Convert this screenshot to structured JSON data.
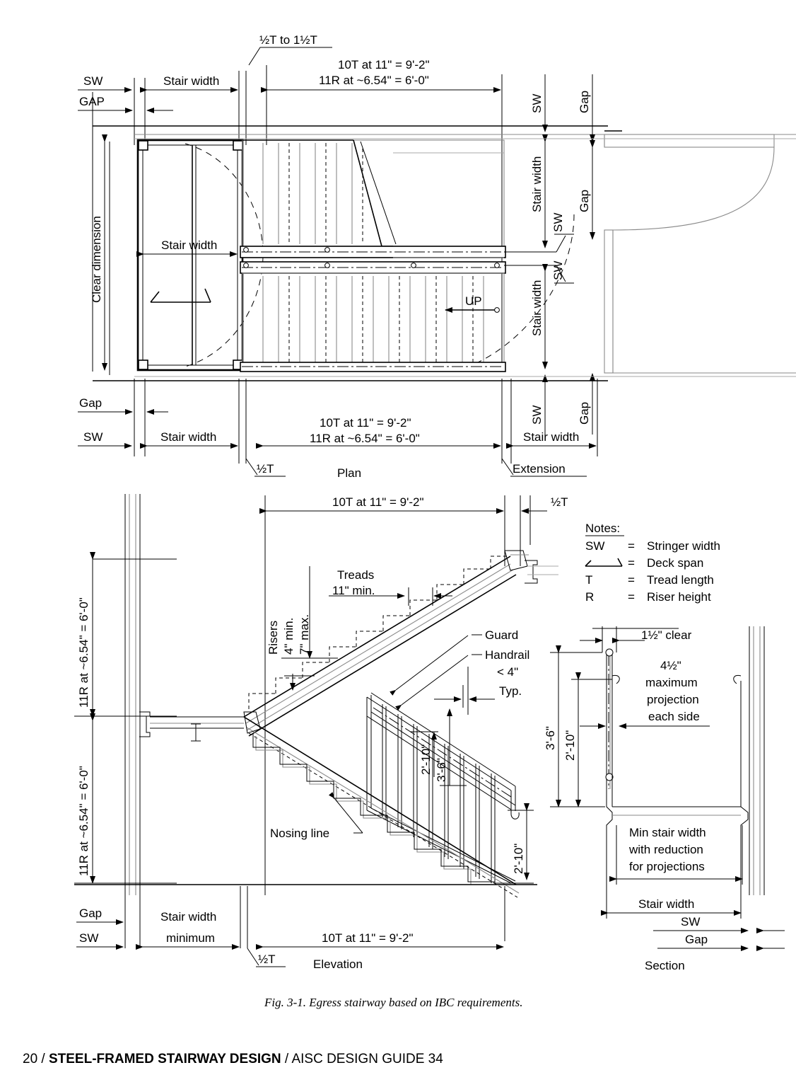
{
  "figure": {
    "caption": "Fig. 3-1.  Egress stairway based on IBC requirements.",
    "footer_page": "20 / ",
    "footer_bold": "STEEL-FRAMED STAIRWAY DESIGN",
    "footer_rest": " / AISC DESIGN GUIDE 34",
    "ink": "#000000"
  },
  "plan": {
    "view_label": "Plan",
    "top": {
      "sw": "SW",
      "gap": "GAP",
      "stair_width": "Stair width",
      "half_t_note": "½T to 1½T",
      "run_line1": "10T at 11\" = 9'-2\"",
      "run_line2": "11R at ~6.54\" = 6'-0\"",
      "sw_right": "SW",
      "gap_right": "Gap"
    },
    "left": {
      "clear_dimension": "Clear dimension",
      "stair_width": "Stair width"
    },
    "right": {
      "stair_width_upper": "Stair width",
      "sw_upper": "SW",
      "gap_upper": "Gap",
      "sw_lower": "SW",
      "stair_width_lower": "Stair width",
      "sw_bottom": "SW",
      "gap_bottom": "Gap"
    },
    "inner": {
      "up_arrow_label": "UP"
    },
    "bottom": {
      "gap": "Gap",
      "sw": "SW",
      "stair_width": "Stair width",
      "run_line1": "10T at 11\" = 9'-2\"",
      "run_line2": "11R at ~6.54\" = 6'-0\"",
      "stair_width_right": "Stair width",
      "half_t": "½T",
      "extension": "Extension"
    }
  },
  "elevation": {
    "view_label": "Elevation",
    "top_run": "10T at 11\" = 9'-2\"",
    "half_t_top": "½T",
    "left_dim_upper": "11R at ~6.54\" = 6'-0\"",
    "left_dim_lower": "11R at ~6.54\" = 6'-0\"",
    "risers_label": "Risers",
    "risers_min": "4\" min.",
    "risers_max": "7\" max.",
    "treads_label": "Treads",
    "treads_min": "11\" min.",
    "guard": "Guard",
    "handrail": "Handrail",
    "lt4": "< 4\"",
    "typ": "Typ.",
    "nosing_line": "Nosing line",
    "guard_height": "3'-6\"",
    "handrail_height": "2'-10\"",
    "handrail_height_right": "2'-10\"",
    "bottom": {
      "gap": "Gap",
      "sw": "SW",
      "stair_width": "Stair width",
      "minimum": "minimum",
      "run": "10T at 11\" = 9'-2\"",
      "half_t": "½T"
    }
  },
  "section": {
    "view_label": "Section",
    "clear_15": "1½\" clear",
    "max_proj_l1": "4½\"",
    "max_proj_l2": "maximum",
    "max_proj_l3": "projection",
    "max_proj_l4": "each side",
    "guard_height": "3'-6\"",
    "handrail_height": "2'-10\"",
    "min_width_l1": "Min stair width",
    "min_width_l2": "with reduction",
    "min_width_l3": "for projections",
    "stair_width": "Stair width",
    "sw": "SW",
    "gap": "Gap"
  },
  "notes": {
    "title": "Notes:",
    "rows": [
      {
        "sym": "SW",
        "eq": "=",
        "def": "Stringer width"
      },
      {
        "sym": "",
        "eq": "=",
        "def": "Deck span"
      },
      {
        "sym": "T",
        "eq": "=",
        "def": "Tread length"
      },
      {
        "sym": "R",
        "eq": "=",
        "def": "Riser height"
      }
    ]
  }
}
